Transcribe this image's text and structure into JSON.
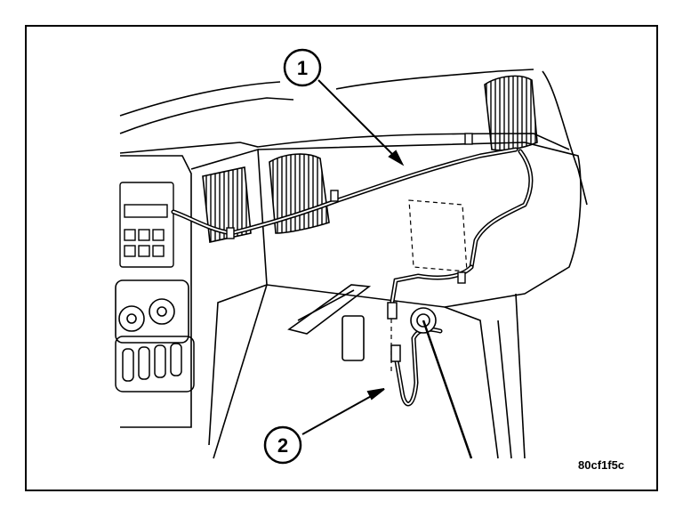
{
  "figure": {
    "code": "80cf1f5c",
    "callouts": [
      {
        "label": "1"
      },
      {
        "label": "2"
      }
    ]
  },
  "colors": {
    "ink": "#000000",
    "paper": "#ffffff",
    "shade": "#888888"
  }
}
